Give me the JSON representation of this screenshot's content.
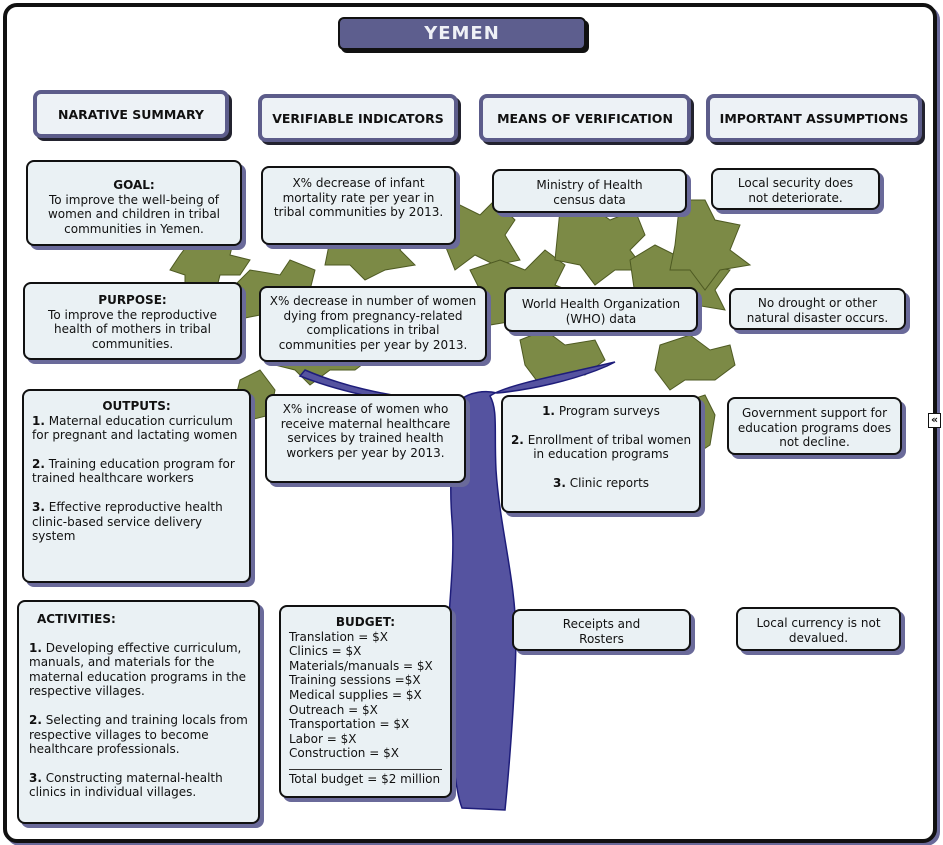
{
  "title": "YEMEN",
  "colors": {
    "title_bg": "#5d5e8e",
    "box_bg": "#eaf1f4",
    "box_shadow": "#6a6a9a",
    "leaf_green": "#7c8a46",
    "trunk_purple": "#5553a0"
  },
  "headers": {
    "narrative_summary": "NARATIVE SUMMARY",
    "verifiable_indicators": "VERIFIABLE INDICATORS",
    "means_of_verification": "MEANS OF VERIFICATION",
    "important_assumptions": "IMPORTANT ASSUMPTIONS"
  },
  "goal": {
    "label": "GOAL:",
    "text": "To improve the well-being of women and children in tribal communities in Yemen.",
    "indicator": "X% decrease of infant mortality rate per year in tribal communities by 2013.",
    "verification": "Ministry of Health census data",
    "assumption": "Local security does not deteriorate."
  },
  "purpose": {
    "label": "PURPOSE:",
    "text": "To improve the reproductive health of mothers in tribal communities.",
    "indicator": "X% decrease in number of women dying from pregnancy-related complications in tribal communities per year by 2013.",
    "verification": "World Health Organization (WHO) data",
    "assumption": "No drought or other natural disaster occurs."
  },
  "outputs": {
    "label": "OUTPUTS:",
    "items": [
      {
        "num": "1.",
        "text": "Maternal education curriculum for pregnant and lactating women"
      },
      {
        "num": "2.",
        "text": "Training education program for trained healthcare workers"
      },
      {
        "num": "3.",
        "text": "Effective reproductive health clinic-based service delivery system"
      }
    ],
    "indicator": "X% increase of women who receive maternal healthcare services by trained health workers per year by 2013.",
    "verification": [
      {
        "num": "1.",
        "text": "Program surveys"
      },
      {
        "num": "2.",
        "text": "Enrollment of tribal women in education programs"
      },
      {
        "num": "3.",
        "text": "Clinic reports"
      }
    ],
    "assumption": "Government support for education programs does not decline."
  },
  "activities": {
    "label": "ACTIVITIES:",
    "items": [
      {
        "num": "1.",
        "text": "Developing effective curriculum, manuals, and materials for the maternal education programs in the respective villages."
      },
      {
        "num": "2.",
        "text": "Selecting and training locals from respective villages to become healthcare professionals."
      },
      {
        "num": "3.",
        "text": "Constructing maternal-health clinics in individual villages."
      }
    ],
    "verification": "Receipts and Rosters",
    "assumption": "Local currency is not devalued."
  },
  "budget": {
    "label": "BUDGET:",
    "lines": [
      "Translation = $X",
      "Clinics = $X",
      "Materials/manuals = $X",
      "Training sessions =$X",
      "Medical supplies = $X",
      "Outreach = $X",
      "Transportation = $X",
      "Labor = $X",
      "Construction = $X"
    ],
    "total": "Total budget = $2 million"
  },
  "scroll_icon": "«"
}
